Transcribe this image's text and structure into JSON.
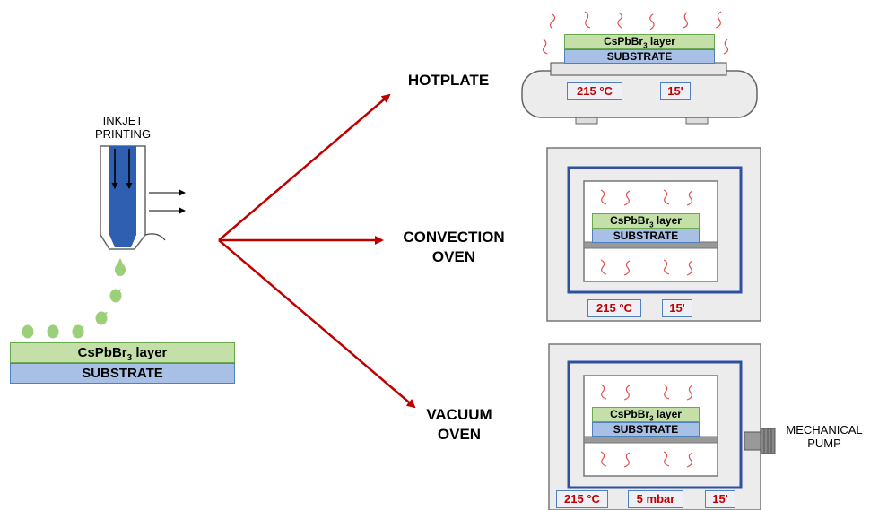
{
  "inkjet": {
    "line1": "INKJET",
    "line2": "PRINTING"
  },
  "left_stack": {
    "top": "CsPbBr",
    "sub": "3",
    "top_suffix": " layer",
    "bottom": "SUBSTRATE"
  },
  "branches": {
    "hotplate": "HOTPLATE",
    "convection_line1": "CONVECTION",
    "convection_line2": "OVEN",
    "vacuum_line1": "VACUUM",
    "vacuum_line2": "OVEN"
  },
  "hotplate": {
    "layer_top": "CsPbBr",
    "layer_sub": "3",
    "layer_suffix": " layer",
    "layer_bottom": "SUBSTRATE",
    "temp": "215 °C",
    "time": "15'"
  },
  "convection": {
    "layer_top": "CsPbBr",
    "layer_sub": "3",
    "layer_suffix": " layer",
    "layer_bottom": "SUBSTRATE",
    "temp": "215 °C",
    "time": "15'"
  },
  "vacuum": {
    "layer_top": "CsPbBr",
    "layer_sub": "3",
    "layer_suffix": " layer",
    "layer_bottom": "SUBSTRATE",
    "temp": "215 °C",
    "pressure": "5 mbar",
    "time": "15'",
    "pump_line1": "MECHANICAL",
    "pump_line2": "PUMP"
  },
  "colors": {
    "arrow_red": "#c00000",
    "ink_blue": "#2f5fb0",
    "droplet_green": "#9ccf7a",
    "oven_gray": "#ececec",
    "oven_border_blue": "#2f4f9f"
  }
}
